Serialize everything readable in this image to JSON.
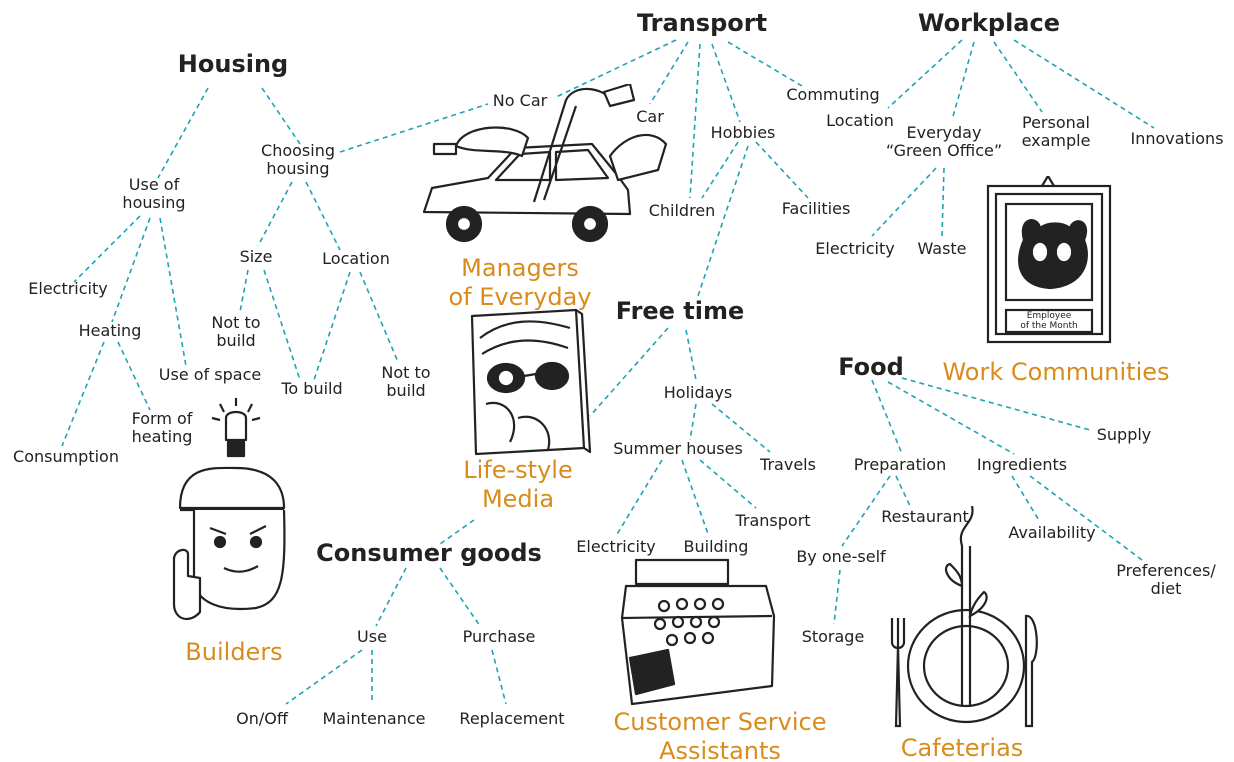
{
  "colors": {
    "link": "#1fa3b4",
    "group_label": "#d98c1c",
    "text": "#222222"
  },
  "categories": {
    "housing": "Housing",
    "transport": "Transport",
    "workplace": "Workplace",
    "free_time": "Free time",
    "food": "Food",
    "consumer_goods": "Consumer goods"
  },
  "nodes": {
    "use_of_housing": [
      "Use of",
      "housing"
    ],
    "choosing_housing": [
      "Choosing",
      "housing"
    ],
    "electricity_h": "Electricity",
    "heating": "Heating",
    "use_of_space": "Use of space",
    "form_of_heating": [
      "Form of",
      "heating"
    ],
    "consumption": "Consumption",
    "size": "Size",
    "location_h": "Location",
    "not_to_build_1": [
      "Not to",
      "build"
    ],
    "to_build": "To build",
    "not_to_build_2": [
      "Not to",
      "build"
    ],
    "no_car": "No Car",
    "car": "Car",
    "hobbies": "Hobbies",
    "commuting": "Commuting",
    "children": "Children",
    "facilities": "Facilities",
    "location_w": "Location",
    "everyday_green_office": [
      "Everyday",
      "“Green Office”"
    ],
    "personal_example": [
      "Personal",
      "example"
    ],
    "innovations": "Innovations",
    "electricity_w": "Electricity",
    "waste": "Waste",
    "holidays": "Holidays",
    "summer_houses": "Summer houses",
    "travels": "Travels",
    "transport_ft": "Transport",
    "electricity_ft": "Electricity",
    "building": "Building",
    "preparation": "Preparation",
    "ingredients": "Ingredients",
    "supply": "Supply",
    "restaurant": "Restaurant",
    "by_one_self": "By one-self",
    "storage": "Storage",
    "availability": "Availability",
    "preferences_diet": [
      "Preferences/",
      "diet"
    ],
    "use": "Use",
    "purchase": "Purchase",
    "on_off": "On/Off",
    "maintenance": "Maintenance",
    "replacement": "Replacement"
  },
  "groups": {
    "managers": [
      "Managers",
      "of Everyday"
    ],
    "lifestyle_media": [
      "Life-style",
      "Media"
    ],
    "builders": "Builders",
    "work_communities": "Work Communities",
    "customer_service": [
      "Customer Service",
      "Assistants"
    ],
    "cafeterias": "Cafeterias"
  },
  "illustrations": {
    "car_icon": "car with baby bottle, vacuum and iron",
    "magazine_icon": "magazine with sunglasses",
    "builder_icon": "worker with hard hat and light bulb",
    "frame_icon": "framed panda picture",
    "frame_caption": [
      "Employee",
      "of the Month"
    ],
    "register_icon": "cash register with A+++ label",
    "plate_icon": "plate with fork, knife and plant"
  }
}
